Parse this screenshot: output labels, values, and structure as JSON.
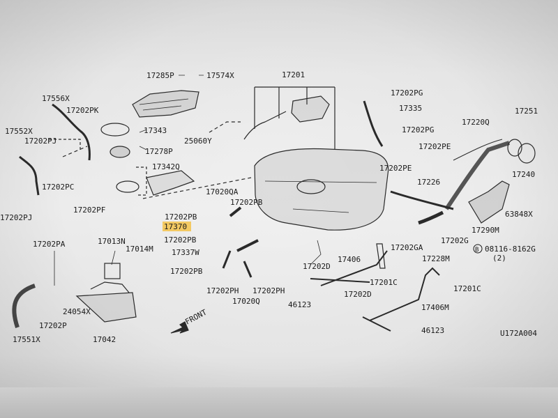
{
  "diagram_code": "U172A004",
  "front_label": "FRONT",
  "highlighted_part": "17370",
  "parts": {
    "p17285P": "17285P",
    "p17574X": "17574X",
    "p17201": "17201",
    "p17556X": "17556X",
    "p17202PK": "17202PK",
    "p17552X": "17552X",
    "p17202PJ_a": "17202PJ",
    "p17343": "17343",
    "p17278P": "17278P",
    "p25060Y": "25060Y",
    "p17342Q": "17342Q",
    "p17202PC": "17202PC",
    "p17202PJ_b": "17202PJ",
    "p17202PF": "17202PF",
    "p17202PG_a": "17202PG",
    "p17335": "17335",
    "p17202PG_b": "17202PG",
    "p17220Q": "17220Q",
    "p17251": "17251",
    "p17202PE_a": "17202PE",
    "p17202PE_b": "17202PE",
    "p17226": "17226",
    "p17240": "17240",
    "p17020QA": "17020QA",
    "p17202PB_a": "17202PB",
    "p17202PB_b": "17202PB",
    "p17370": "17370",
    "p17202PB_c": "17202PB",
    "p17337W": "17337W",
    "p17202PB_d": "17202PB",
    "p63848X": "63848X",
    "p17290M": "17290M",
    "p17202G": "17202G",
    "p17202GA": "17202GA",
    "p08116": "08116-8162G",
    "p08116_qty": "(2)",
    "p08116_prefix": "B",
    "p17228M": "17228M",
    "p17202PA": "17202PA",
    "p17013N": "17013N",
    "p17014M": "17014M",
    "p17202D_a": "17202D",
    "p17406": "17406",
    "p17201C_a": "17201C",
    "p17201C_b": "17201C",
    "p17202PH_a": "17202PH",
    "p17202PH_b": "17202PH",
    "p17020Q": "17020Q",
    "p46123_a": "46123",
    "p17202D_b": "17202D",
    "p17406M": "17406M",
    "p46123_b": "46123",
    "p24054X": "24054X",
    "p17042": "17042",
    "p17202P": "17202P",
    "p17551X": "17551X"
  }
}
